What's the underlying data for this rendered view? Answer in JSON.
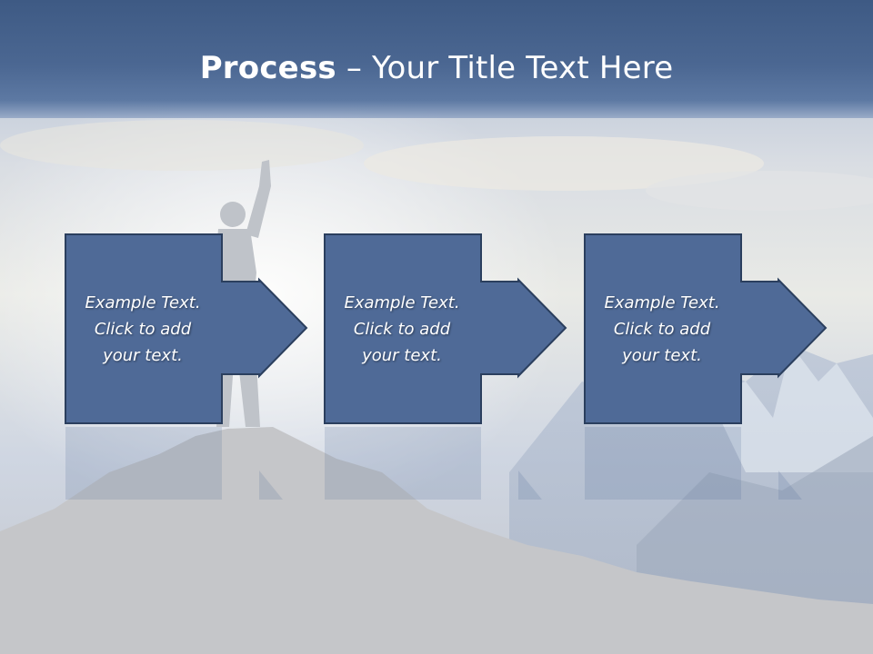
{
  "slide": {
    "title_bold": "Process",
    "title_rest": " – Your Title Text Here",
    "colors": {
      "title_band": "#4b6792",
      "box_fill": "#4f6a97",
      "box_stroke": "#2b3f5e",
      "text": "#ffffff"
    }
  },
  "steps": [
    {
      "text": "Example Text.\nClick  to add\nyour text."
    },
    {
      "text": "Example Text.\nClick  to add\nyour text."
    },
    {
      "text": "Example Text.\nClick  to add\nyour text."
    }
  ],
  "background": {
    "description_icon": "mountain-summit-silhouette"
  }
}
